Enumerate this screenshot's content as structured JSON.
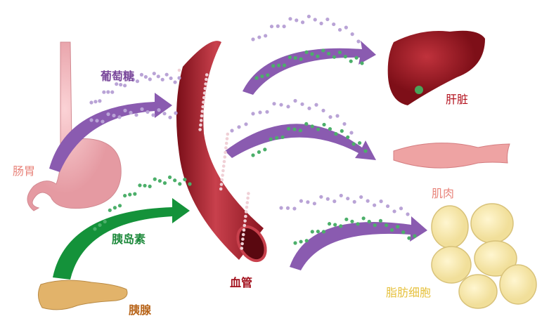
{
  "labels": {
    "glucose": "葡萄糖",
    "gut": "肠胃",
    "insulin": "胰岛素",
    "pancreas": "胰腺",
    "blood_vessel": "血管",
    "liver": "肝脏",
    "muscle": "肌肉",
    "fat_cells": "脂肪细胞"
  },
  "colors": {
    "glucose": "#7b4a9c",
    "gut": "#e8837a",
    "insulin": "#1e8a3c",
    "pancreas": "#b8651a",
    "blood_vessel": "#a3121e",
    "liver": "#b3121e",
    "muscle": "#e8837a",
    "fat_cells": "#e6c13d",
    "arrow_purple": "#8a5bb0",
    "arrow_green": "#14923a",
    "dot_purple": "#b9a3d6",
    "dot_green": "#4caf6a"
  }
}
